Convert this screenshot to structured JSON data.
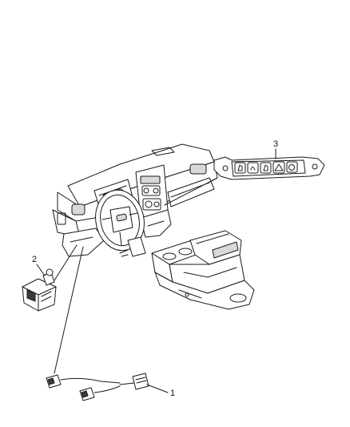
{
  "callouts": {
    "harness": "1",
    "switch": "2",
    "switch_bank": "3"
  },
  "colors": {
    "ink": "#1a1a1a",
    "background": "#ffffff"
  },
  "icons": {
    "switch_bank_buttons": [
      "heated-seat-icon",
      "traction-control-icon",
      "hazard-triangle-icon",
      "heated-seat-icon",
      "power-icon"
    ]
  }
}
